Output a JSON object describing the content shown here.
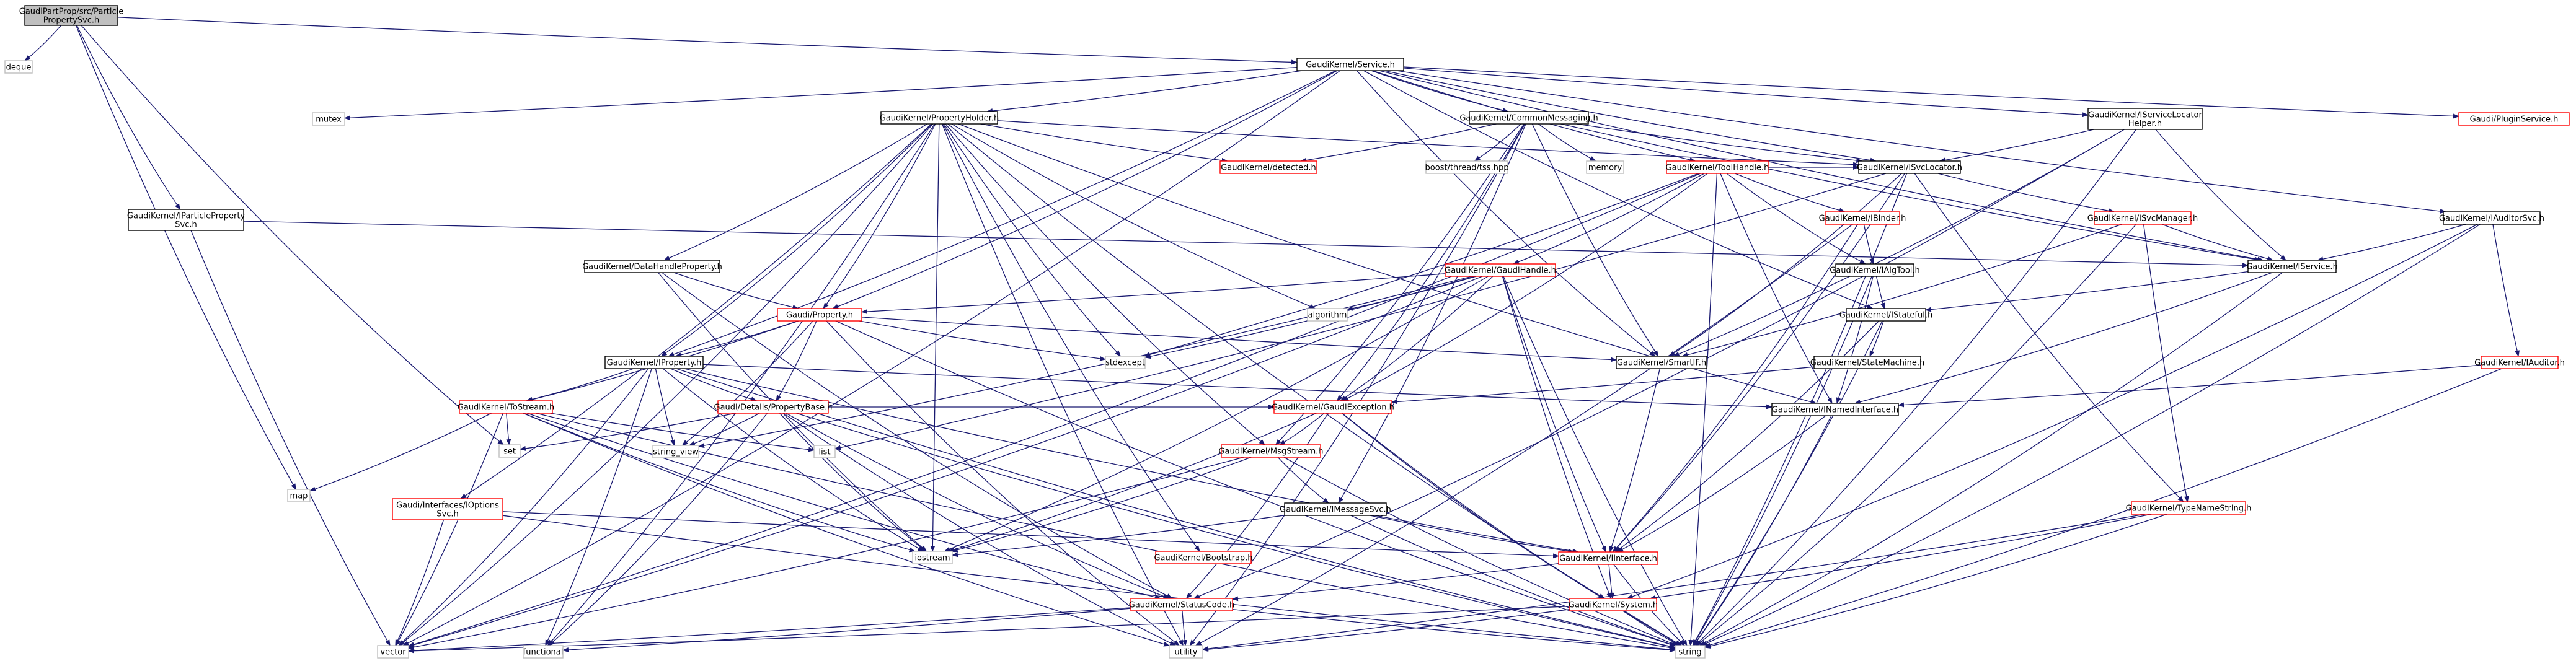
{
  "colors": {
    "background": "#ffffff",
    "root_fill": "#bfbfbf",
    "node_fill": "#ffffff",
    "node_border_black": "#000000",
    "node_border_red": "#ff0000",
    "node_border_gray": "#bfbfbf",
    "edge": "#191970",
    "text": "#000000"
  },
  "nodes": [
    {
      "id": "root",
      "lines": [
        "GaudiPartProp/src/Particle",
        "PropertySvc.h"
      ],
      "style": "root"
    },
    {
      "id": "deque",
      "lines": [
        "deque"
      ],
      "style": "gray"
    },
    {
      "id": "service_h",
      "lines": [
        "GaudiKernel/Service.h"
      ],
      "style": "black"
    },
    {
      "id": "map",
      "lines": [
        "map"
      ],
      "style": "gray"
    },
    {
      "id": "iparticleprop",
      "lines": [
        "GaudiKernel/IParticleProperty",
        "Svc.h"
      ],
      "style": "black"
    },
    {
      "id": "set",
      "lines": [
        "set"
      ],
      "style": "gray"
    },
    {
      "id": "mutex",
      "lines": [
        "mutex"
      ],
      "style": "gray"
    },
    {
      "id": "propholder",
      "lines": [
        "GaudiKernel/PropertyHolder.h"
      ],
      "style": "black"
    },
    {
      "id": "commonmsg",
      "lines": [
        "GaudiKernel/CommonMessaging.h"
      ],
      "style": "black"
    },
    {
      "id": "iservicelocator",
      "lines": [
        "GaudiKernel/IServiceLocator",
        "Helper.h"
      ],
      "style": "black"
    },
    {
      "id": "pluginservice",
      "lines": [
        "Gaudi/PluginService.h"
      ],
      "style": "red"
    },
    {
      "id": "detected",
      "lines": [
        "GaudiKernel/detected.h"
      ],
      "style": "red"
    },
    {
      "id": "boostthread",
      "lines": [
        "boost/thread/tss.hpp"
      ],
      "style": "gray"
    },
    {
      "id": "memory",
      "lines": [
        "memory"
      ],
      "style": "gray"
    },
    {
      "id": "toolhandle",
      "lines": [
        "GaudiKernel/ToolHandle.h"
      ],
      "style": "red"
    },
    {
      "id": "isvclocator",
      "lines": [
        "GaudiKernel/ISvcLocator.h"
      ],
      "style": "black"
    },
    {
      "id": "iauditorsvc",
      "lines": [
        "GaudiKernel/IAuditorSvc.h"
      ],
      "style": "black"
    },
    {
      "id": "ibinder",
      "lines": [
        "GaudiKernel/IBinder.h"
      ],
      "style": "red"
    },
    {
      "id": "isvcmanager",
      "lines": [
        "GaudiKernel/ISvcManager.h"
      ],
      "style": "red"
    },
    {
      "id": "datahandleprop",
      "lines": [
        "GaudiKernel/DataHandleProperty.h"
      ],
      "style": "black"
    },
    {
      "id": "ialgtool",
      "lines": [
        "GaudiKernel/IAlgTool.h"
      ],
      "style": "black"
    },
    {
      "id": "iservice",
      "lines": [
        "GaudiKernel/IService.h"
      ],
      "style": "black"
    },
    {
      "id": "gaudihandle",
      "lines": [
        "GaudiKernel/GaudiHandle.h"
      ],
      "style": "red"
    },
    {
      "id": "gaudiproperty",
      "lines": [
        "Gaudi/Property.h"
      ],
      "style": "red"
    },
    {
      "id": "algorithm",
      "lines": [
        "algorithm"
      ],
      "style": "gray"
    },
    {
      "id": "istateful",
      "lines": [
        "GaudiKernel/IStateful.h"
      ],
      "style": "black"
    },
    {
      "id": "iproperty",
      "lines": [
        "GaudiKernel/IProperty.h"
      ],
      "style": "black"
    },
    {
      "id": "stdexcept",
      "lines": [
        "stdexcept"
      ],
      "style": "gray"
    },
    {
      "id": "smartif",
      "lines": [
        "GaudiKernel/SmartIF.h"
      ],
      "style": "black"
    },
    {
      "id": "statemachine",
      "lines": [
        "GaudiKernel/StateMachine.h"
      ],
      "style": "black"
    },
    {
      "id": "iauditor",
      "lines": [
        "GaudiKernel/IAuditor.h"
      ],
      "style": "red"
    },
    {
      "id": "tostream",
      "lines": [
        "GaudiKernel/ToStream.h"
      ],
      "style": "red"
    },
    {
      "id": "propertybase",
      "lines": [
        "Gaudi/Details/PropertyBase.h"
      ],
      "style": "red"
    },
    {
      "id": "gaudiexception",
      "lines": [
        "GaudiKernel/GaudiException.h"
      ],
      "style": "red"
    },
    {
      "id": "inamedinterface",
      "lines": [
        "GaudiKernel/INamedInterface.h"
      ],
      "style": "black"
    },
    {
      "id": "list",
      "lines": [
        "list"
      ],
      "style": "gray"
    },
    {
      "id": "string_view",
      "lines": [
        "string_view"
      ],
      "style": "gray"
    },
    {
      "id": "msgstream",
      "lines": [
        "GaudiKernel/MsgStream.h"
      ],
      "style": "red"
    },
    {
      "id": "typenamestring",
      "lines": [
        "GaudiKernel/TypeNameString.h"
      ],
      "style": "red"
    },
    {
      "id": "ioptionssvc",
      "lines": [
        "Gaudi/Interfaces/IOptions",
        "Svc.h"
      ],
      "style": "red"
    },
    {
      "id": "imessagesvc",
      "lines": [
        "GaudiKernel/IMessageSvc.h"
      ],
      "style": "black"
    },
    {
      "id": "iostream",
      "lines": [
        "iostream"
      ],
      "style": "gray"
    },
    {
      "id": "bootstrap",
      "lines": [
        "GaudiKernel/Bootstrap.h"
      ],
      "style": "red"
    },
    {
      "id": "iinterface",
      "lines": [
        "GaudiKernel/IInterface.h"
      ],
      "style": "red"
    },
    {
      "id": "statuscode",
      "lines": [
        "GaudiKernel/StatusCode.h"
      ],
      "style": "red"
    },
    {
      "id": "system",
      "lines": [
        "GaudiKernel/System.h"
      ],
      "style": "red"
    },
    {
      "id": "vector",
      "lines": [
        "vector"
      ],
      "style": "gray"
    },
    {
      "id": "functional",
      "lines": [
        "functional"
      ],
      "style": "gray"
    },
    {
      "id": "utility",
      "lines": [
        "utility"
      ],
      "style": "gray"
    },
    {
      "id": "string",
      "lines": [
        "string"
      ],
      "style": "gray"
    }
  ],
  "edges": [
    [
      "root",
      "deque"
    ],
    [
      "root",
      "service_h"
    ],
    [
      "root",
      "map"
    ],
    [
      "root",
      "iparticleprop"
    ],
    [
      "root",
      "set"
    ],
    [
      "service_h",
      "mutex"
    ],
    [
      "service_h",
      "propholder"
    ],
    [
      "service_h",
      "commonmsg"
    ],
    [
      "service_h",
      "iservicelocator"
    ],
    [
      "service_h",
      "pluginservice"
    ],
    [
      "service_h",
      "toolhandle"
    ],
    [
      "service_h",
      "isvclocator"
    ],
    [
      "service_h",
      "iauditorsvc"
    ],
    [
      "service_h",
      "iservice"
    ],
    [
      "service_h",
      "gaudiproperty"
    ],
    [
      "service_h",
      "iproperty"
    ],
    [
      "service_h",
      "smartif"
    ],
    [
      "service_h",
      "istateful"
    ],
    [
      "service_h",
      "vector"
    ],
    [
      "iparticleprop",
      "iservice"
    ],
    [
      "iparticleprop",
      "vector"
    ],
    [
      "propholder",
      "detected"
    ],
    [
      "propholder",
      "isvclocator"
    ],
    [
      "propholder",
      "datahandleprop"
    ],
    [
      "propholder",
      "gaudiproperty"
    ],
    [
      "propholder",
      "algorithm"
    ],
    [
      "propholder",
      "iproperty"
    ],
    [
      "propholder",
      "stdexcept"
    ],
    [
      "propholder",
      "inamedinterface"
    ],
    [
      "propholder",
      "msgstream"
    ],
    [
      "propholder",
      "ioptionssvc"
    ],
    [
      "propholder",
      "iostream"
    ],
    [
      "propholder",
      "bootstrap"
    ],
    [
      "propholder",
      "functional"
    ],
    [
      "propholder",
      "utility"
    ],
    [
      "propholder",
      "vector"
    ],
    [
      "propholder",
      "string"
    ],
    [
      "commonmsg",
      "detected"
    ],
    [
      "commonmsg",
      "boostthread"
    ],
    [
      "commonmsg",
      "memory"
    ],
    [
      "commonmsg",
      "isvclocator"
    ],
    [
      "commonmsg",
      "iservice"
    ],
    [
      "commonmsg",
      "smartif"
    ],
    [
      "commonmsg",
      "msgstream"
    ],
    [
      "commonmsg",
      "imessagesvc"
    ],
    [
      "commonmsg",
      "gaudiexception"
    ],
    [
      "commonmsg",
      "utility"
    ],
    [
      "iservicelocator",
      "isvclocator"
    ],
    [
      "iservicelocator",
      "iservice"
    ],
    [
      "iservicelocator",
      "smartif"
    ],
    [
      "iservicelocator",
      "statuscode"
    ],
    [
      "iservicelocator",
      "string"
    ],
    [
      "toolhandle",
      "ibinder"
    ],
    [
      "toolhandle",
      "ialgtool"
    ],
    [
      "toolhandle",
      "gaudihandle"
    ],
    [
      "toolhandle",
      "isvclocator"
    ],
    [
      "toolhandle",
      "inamedinterface"
    ],
    [
      "toolhandle",
      "gaudiexception"
    ],
    [
      "toolhandle",
      "stdexcept"
    ],
    [
      "toolhandle",
      "string"
    ],
    [
      "toolhandle",
      "vector"
    ],
    [
      "isvclocator",
      "isvcmanager"
    ],
    [
      "isvclocator",
      "iinterface"
    ],
    [
      "isvclocator",
      "smartif"
    ],
    [
      "isvclocator",
      "typenamestring"
    ],
    [
      "isvclocator",
      "list"
    ],
    [
      "isvclocator",
      "string"
    ],
    [
      "iauditorsvc",
      "iservice"
    ],
    [
      "iauditorsvc",
      "iauditor"
    ],
    [
      "iauditorsvc",
      "system"
    ],
    [
      "iauditorsvc",
      "string"
    ],
    [
      "ibinder",
      "ialgtool"
    ],
    [
      "ibinder",
      "iinterface"
    ],
    [
      "ibinder",
      "utility"
    ],
    [
      "isvcmanager",
      "iservice"
    ],
    [
      "isvcmanager",
      "smartif"
    ],
    [
      "isvcmanager",
      "typenamestring"
    ],
    [
      "isvcmanager",
      "string"
    ],
    [
      "datahandleprop",
      "gaudiproperty"
    ],
    [
      "datahandleprop",
      "iostream"
    ],
    [
      "datahandleprop",
      "statuscode"
    ],
    [
      "ialgtool",
      "istateful"
    ],
    [
      "ialgtool",
      "inamedinterface"
    ],
    [
      "ialgtool",
      "string"
    ],
    [
      "iservice",
      "istateful"
    ],
    [
      "iservice",
      "inamedinterface"
    ],
    [
      "iservice",
      "string"
    ],
    [
      "gaudihandle",
      "gaudiproperty"
    ],
    [
      "gaudihandle",
      "algorithm"
    ],
    [
      "gaudihandle",
      "stdexcept"
    ],
    [
      "gaudihandle",
      "gaudiexception"
    ],
    [
      "gaudihandle",
      "iinterface"
    ],
    [
      "gaudihandle",
      "system"
    ],
    [
      "gaudihandle",
      "iostream"
    ],
    [
      "gaudihandle",
      "string"
    ],
    [
      "gaudihandle",
      "vector"
    ],
    [
      "gaudihandle",
      "string_view"
    ],
    [
      "gaudiproperty",
      "iproperty"
    ],
    [
      "gaudiproperty",
      "tostream"
    ],
    [
      "gaudiproperty",
      "propertybase"
    ],
    [
      "gaudiproperty",
      "smartif"
    ],
    [
      "gaudiproperty",
      "stdexcept"
    ],
    [
      "gaudiproperty",
      "string_view"
    ],
    [
      "gaudiproperty",
      "string"
    ],
    [
      "gaudiproperty",
      "utility"
    ],
    [
      "istateful",
      "statemachine"
    ],
    [
      "istateful",
      "iinterface"
    ],
    [
      "istateful",
      "string"
    ],
    [
      "iproperty",
      "tostream"
    ],
    [
      "iproperty",
      "propertybase"
    ],
    [
      "iproperty",
      "inamedinterface"
    ],
    [
      "iproperty",
      "iinterface"
    ],
    [
      "iproperty",
      "iostream"
    ],
    [
      "iproperty",
      "string_view"
    ],
    [
      "iproperty",
      "vector"
    ],
    [
      "iproperty",
      "string"
    ],
    [
      "iproperty",
      "functional"
    ],
    [
      "smartif",
      "iinterface"
    ],
    [
      "statemachine",
      "gaudiexception"
    ],
    [
      "iauditor",
      "inamedinterface"
    ],
    [
      "iauditor",
      "string"
    ],
    [
      "tostream",
      "map"
    ],
    [
      "tostream",
      "set"
    ],
    [
      "tostream",
      "list"
    ],
    [
      "tostream",
      "iostream"
    ],
    [
      "tostream",
      "statuscode"
    ],
    [
      "tostream",
      "vector"
    ],
    [
      "tostream",
      "string"
    ],
    [
      "tostream",
      "utility"
    ],
    [
      "propertybase",
      "gaudiexception"
    ],
    [
      "propertybase",
      "set"
    ],
    [
      "propertybase",
      "string_view"
    ],
    [
      "propertybase",
      "iostream"
    ],
    [
      "propertybase",
      "statuscode"
    ],
    [
      "propertybase",
      "functional"
    ],
    [
      "propertybase",
      "utility"
    ],
    [
      "propertybase",
      "string"
    ],
    [
      "gaudiexception",
      "msgstream"
    ],
    [
      "gaudiexception",
      "system"
    ],
    [
      "gaudiexception",
      "statuscode"
    ],
    [
      "gaudiexception",
      "iostream"
    ],
    [
      "gaudiexception",
      "string"
    ],
    [
      "inamedinterface",
      "iinterface"
    ],
    [
      "inamedinterface",
      "string"
    ],
    [
      "msgstream",
      "imessagesvc"
    ],
    [
      "msgstream",
      "iostream"
    ],
    [
      "msgstream",
      "string"
    ],
    [
      "msgstream",
      "vector"
    ],
    [
      "typenamestring",
      "system"
    ],
    [
      "typenamestring",
      "string"
    ],
    [
      "typenamestring",
      "utility"
    ],
    [
      "ioptionssvc",
      "iinterface"
    ],
    [
      "ioptionssvc",
      "vector"
    ],
    [
      "ioptionssvc",
      "string"
    ],
    [
      "imessagesvc",
      "iinterface"
    ],
    [
      "imessagesvc",
      "iostream"
    ],
    [
      "imessagesvc",
      "string"
    ],
    [
      "iinterface",
      "statuscode"
    ],
    [
      "iinterface",
      "system"
    ],
    [
      "iinterface",
      "string"
    ],
    [
      "statuscode",
      "vector"
    ],
    [
      "statuscode",
      "functional"
    ],
    [
      "statuscode",
      "utility"
    ],
    [
      "statuscode",
      "string"
    ],
    [
      "system",
      "string"
    ],
    [
      "system",
      "vector"
    ],
    [
      "system",
      "utility"
    ]
  ]
}
